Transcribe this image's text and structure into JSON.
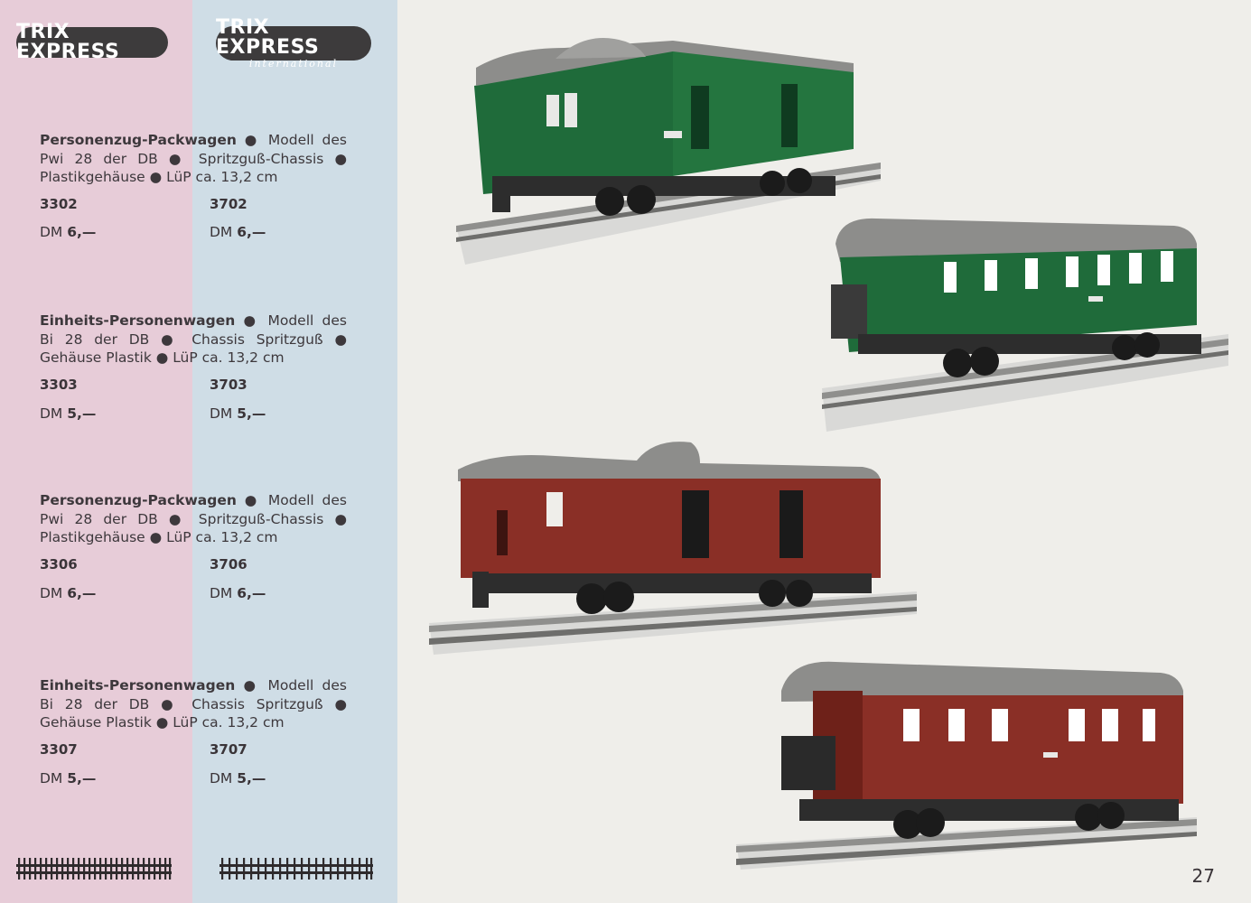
{
  "logos": {
    "left": "TRIX EXPRESS",
    "right_main": "TRIX EXPRESS",
    "right_sub": "international"
  },
  "products": [
    {
      "title": "Personenzug-Packwagen",
      "desc": "● Modell des Pwi 28 der DB ● Spritzguß-Chassis ● Plastikgehäuse ● LüP ca. 13,2 cm",
      "nr_left": "3302",
      "nr_right": "3702",
      "price_left_prefix": "DM",
      "price_left_value": "6,—",
      "price_right_prefix": "DM",
      "price_right_value": "6,—"
    },
    {
      "title": "Einheits-Personenwagen",
      "desc": "● Modell des Bi 28 der DB ● Chassis Spritzguß ● Gehäuse Plastik ● LüP ca. 13,2 cm",
      "nr_left": "3303",
      "nr_right": "3703",
      "price_left_prefix": "DM",
      "price_left_value": "5,—",
      "price_right_prefix": "DM",
      "price_right_value": "5,—"
    },
    {
      "title": "Personenzug-Packwagen",
      "desc": "● Modell des Pwi 28 der DB ● Spritzguß-Chassis ● Plastikgehäuse ● LüP ca. 13,2 cm",
      "nr_left": "3306",
      "nr_right": "3706",
      "price_left_prefix": "DM",
      "price_left_value": "6,—",
      "price_right_prefix": "DM",
      "price_right_value": "6,—"
    },
    {
      "title": "Einheits-Personenwagen",
      "desc": "● Modell des Bi 28 der DB ● Chassis Spritzguß ● Gehäuse Plastik ● LüP ca. 13,2 cm",
      "nr_left": "3307",
      "nr_right": "3707",
      "price_left_prefix": "DM",
      "price_left_value": "5,—",
      "price_right_prefix": "DM",
      "price_right_value": "5,—"
    }
  ],
  "colors": {
    "green_body": "#1f6b3a",
    "red_body": "#8a2f26",
    "roof": "#8d8d8b",
    "pink_column": "#e7ccd8",
    "blue_column": "#cfdde6"
  },
  "page_number": "27"
}
